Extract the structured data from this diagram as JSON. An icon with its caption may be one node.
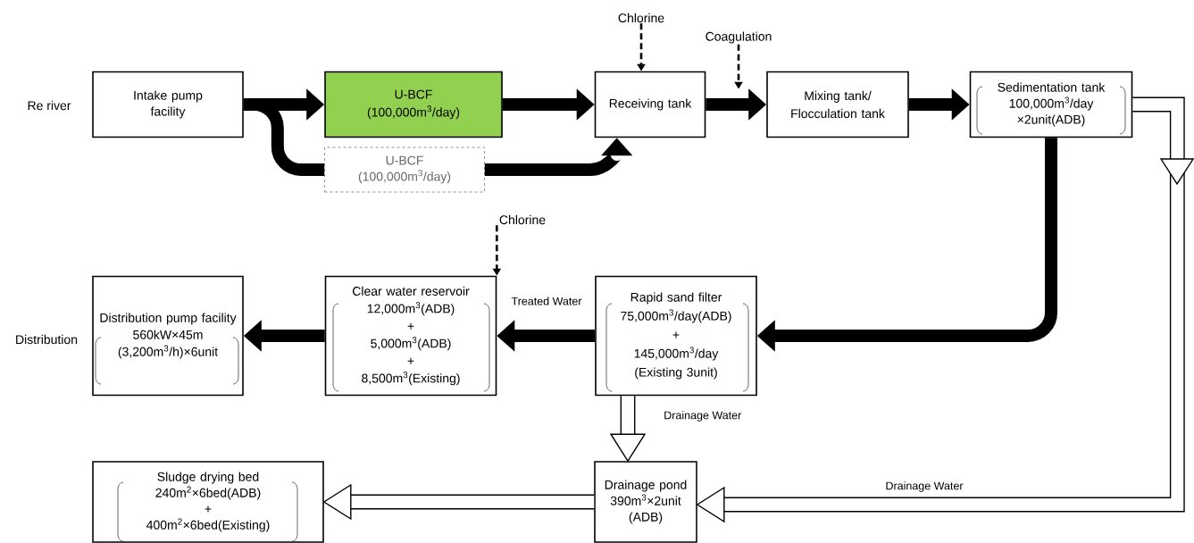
{
  "diagram": {
    "nodes": [
      {
        "text": [
          "Re river"
        ]
      },
      {
        "text": [
          "Intake pump facility"
        ]
      },
      {
        "text": [
          "U-BCF",
          "(100,000m$^{3}$/day)"
        ]
      },
      {
        "text": [
          "U-BCF",
          "(100,000m$^{3}$/day)"
        ]
      },
      {
        "text": [
          "Receiving tank"
        ]
      },
      {
        "text": [
          "Mixing tank/ Flocculation tank"
        ]
      },
      {
        "text": [
          "Sedimentation tank",
          "100,000m$^{3}$/day ×2unit(ADB)"
        ]
      },
      {
        "text": [
          "Chlorine"
        ]
      },
      {
        "text": [
          "Coagulation"
        ]
      },
      {
        "text": [
          "Rapid sand filter",
          "75,000m$^{3}$/day(ADB)",
          "+",
          "145,000m$^{3}$/day (Existing 3unit)"
        ]
      },
      {
        "text": [
          "Chlorine"
        ]
      },
      {
        "text": [
          "Clear water reservoir",
          "12,000m$^{3}$(ADB)",
          "+",
          "5,000m$^{3}$(ADB)",
          "+",
          "8,500m$^{3}$(Existing)"
        ]
      },
      {
        "text": [
          "Distribution pump facility",
          "560kW×45m",
          "(3,200m$^{3}$/h)×6unit"
        ]
      },
      {
        "text": [
          "Distribution"
        ]
      },
      {
        "text": [
          "Drainage pond",
          "390m$^{3}$×2unit (ADB)"
        ]
      },
      {
        "text": [
          "Sludge drying bed",
          "240m$^{2}$×6bed(ADB)",
          "+",
          "400m$^{2}$×6bed(Existing)"
        ]
      }
    ],
    "edges": [
      {
        "from": 1,
        "to": 2,
        "arrow": "to"
      },
      {
        "from": 1,
        "to": 3,
        "arrow": "none"
      },
      {
        "from": 3,
        "to": 4,
        "arrow": "to"
      },
      {
        "from": 2,
        "to": 4,
        "arrow": "to"
      },
      {
        "from": 7,
        "to": 4,
        "arrow": "to",
        "style": "dashed"
      },
      {
        "from": 4,
        "to": 5,
        "arrow": "to"
      },
      {
        "from": 8,
        "to": null,
        "arrow": "to",
        "style": "dashed"
      },
      {
        "from": 5,
        "to": 6,
        "arrow": "to"
      },
      {
        "from": 6,
        "to": 9,
        "arrow": "to"
      },
      {
        "from": 6,
        "to": 14,
        "arrow": "to",
        "label": "Drainage Water"
      },
      {
        "from": 10,
        "to": 11,
        "arrow": "to",
        "style": "dashed"
      },
      {
        "from": 9,
        "to": 11,
        "arrow": "to",
        "label": "Treated Water"
      },
      {
        "from": 11,
        "to": 12,
        "arrow": "to"
      },
      {
        "from": 9,
        "to": 14,
        "arrow": "to",
        "label": "Drainage Water"
      },
      {
        "from": 14,
        "to": 15,
        "arrow": "to"
      }
    ]
  }
}
